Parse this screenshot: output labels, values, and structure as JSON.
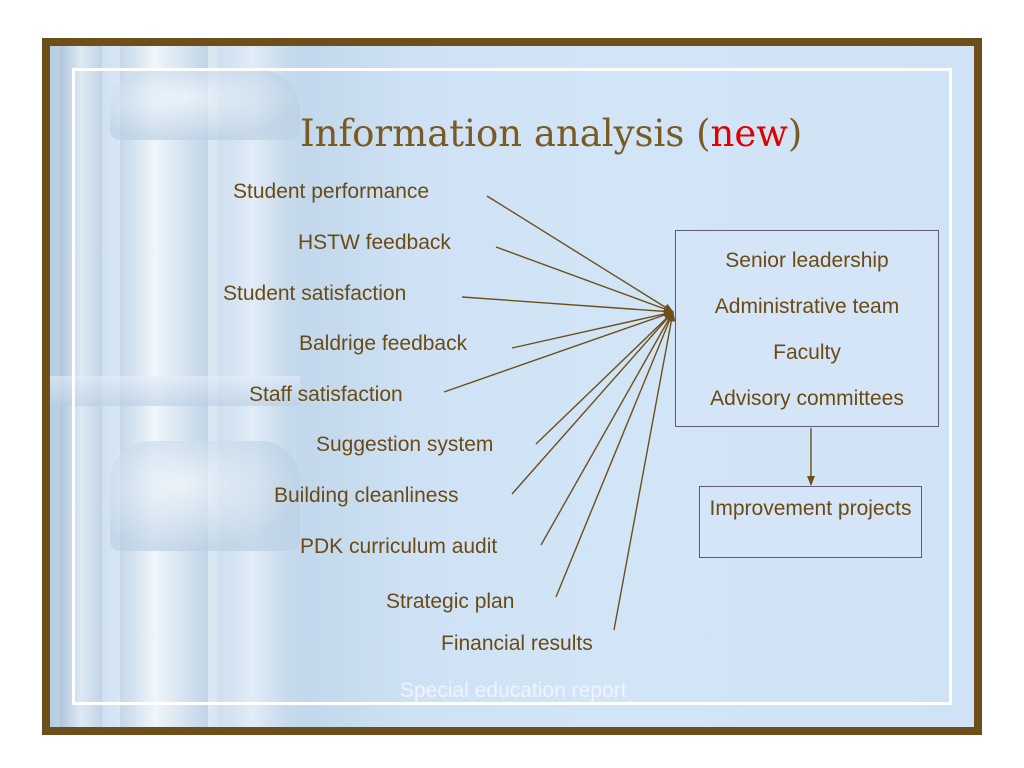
{
  "slide": {
    "title_main": "Information analysis (",
    "title_accent": "new",
    "title_end": ")",
    "inputs": [
      "Student performance",
      "HSTW feedback",
      "Student satisfaction",
      "Baldrige feedback",
      "Staff satisfaction",
      "Suggestion system",
      "Building cleanliness",
      "PDK curriculum audit",
      "Strategic plan",
      "Financial results"
    ],
    "footer_label": "Special education report",
    "recipients": [
      "Senior leadership",
      "Administrative team",
      "Faculty",
      "Advisory committees"
    ],
    "outcome": "Improvement projects"
  },
  "colors": {
    "frame": "#6e4f1c",
    "text": "#6b4a14",
    "accent": "#e00000",
    "arrow": "#6e4f1c"
  }
}
